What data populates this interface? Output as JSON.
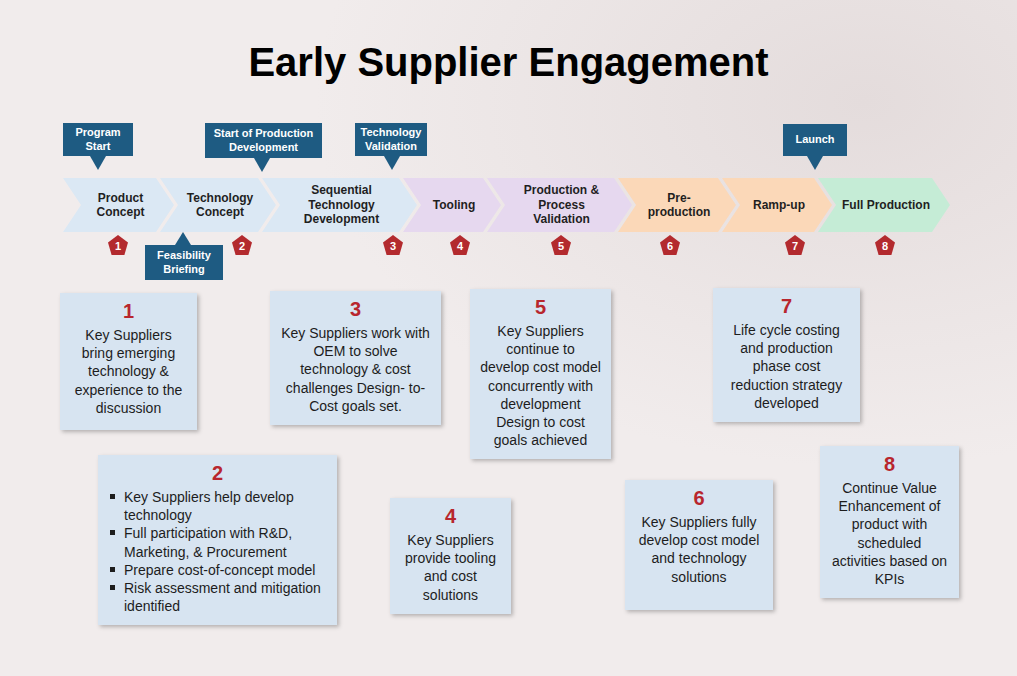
{
  "diagram": {
    "title": "Early Supplier Engagement",
    "nodes": [
      {
        "text": [
          "Program Start"
        ]
      },
      {
        "text": [
          "Start of Production Development"
        ]
      },
      {
        "text": [
          "Technology Validation"
        ]
      },
      {
        "text": [
          "Launch"
        ]
      },
      {
        "text": [
          "Product Concept"
        ]
      },
      {
        "text": [
          "Technology Concept"
        ]
      },
      {
        "text": [
          "Sequential Technology Development"
        ]
      },
      {
        "text": [
          "Tooling"
        ]
      },
      {
        "text": [
          "Production & Process Validation"
        ]
      },
      {
        "text": [
          "Pre-production"
        ]
      },
      {
        "text": [
          "Ramp-up"
        ]
      },
      {
        "text": [
          "Full Production"
        ]
      },
      {
        "text": [
          "Feasibility Briefing"
        ]
      },
      {
        "text": [
          "1",
          "Key Suppliers bring emerging technology & experience to the discussion"
        ]
      },
      {
        "text": [
          "2",
          "Key Suppliers help develop technology",
          "Full participation with R&D, Marketing, & Procurement",
          "Prepare cost-of-concept model",
          "Risk assessment and mitigation identified"
        ]
      },
      {
        "text": [
          "3",
          "Key Suppliers work with OEM to solve technology & cost challenges Design- to-Cost goals set."
        ]
      },
      {
        "text": [
          "4",
          "Key Suppliers provide tooling and cost solutions"
        ]
      },
      {
        "text": [
          "5",
          "Key Suppliers continue to develop cost model concurrently with development Design to cost goals achieved"
        ]
      },
      {
        "text": [
          "6",
          "Key Suppliers fully develop cost model and technology solutions"
        ]
      },
      {
        "text": [
          "7",
          "Life cycle costing and production phase cost reduction strategy developed"
        ]
      },
      {
        "text": [
          "8",
          "Continue Value Enhancement of product with scheduled activities based on KPIs"
        ]
      }
    ],
    "labels": [
      "1",
      "2",
      "3",
      "4",
      "5",
      "6",
      "7",
      "8"
    ]
  }
}
